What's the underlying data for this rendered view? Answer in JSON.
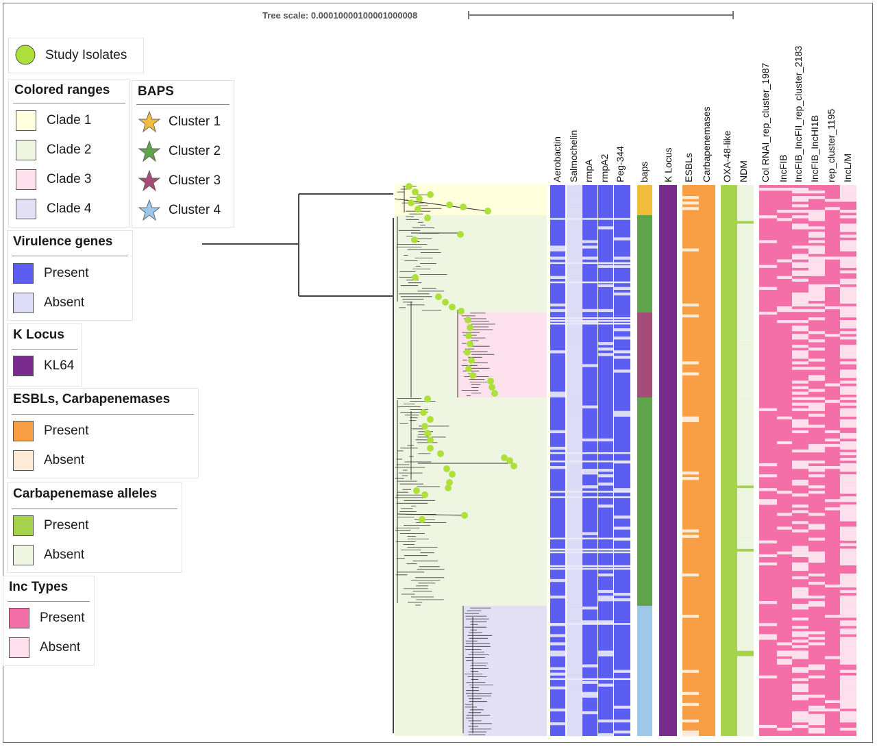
{
  "tree_scale": {
    "label": "Tree scale: 0.00010000100001000008"
  },
  "study_isolates": {
    "label": "Study Isolates",
    "color": "#aee03c"
  },
  "colored_ranges": {
    "title": "Colored ranges",
    "items": [
      {
        "label": "Clade 1",
        "color": "#ffffdd"
      },
      {
        "label": "Clade 2",
        "color": "#eef6e2"
      },
      {
        "label": "Clade 3",
        "color": "#fde2ee"
      },
      {
        "label": "Clade 4",
        "color": "#e3e0f6"
      }
    ]
  },
  "baps": {
    "title": "BAPS",
    "items": [
      {
        "label": "Cluster 1",
        "color": "#f2bd3c"
      },
      {
        "label": "Cluster 2",
        "color": "#5fa34a"
      },
      {
        "label": "Cluster 3",
        "color": "#a54d78"
      },
      {
        "label": "Cluster 4",
        "color": "#9ec8ea"
      }
    ]
  },
  "virulence_genes": {
    "title": "Virulence genes",
    "items": [
      {
        "label": "Present",
        "color": "#5b5ef0"
      },
      {
        "label": "Absent",
        "color": "#dcdcf6"
      }
    ]
  },
  "k_locus": {
    "title": "K Locus",
    "items": [
      {
        "label": "KL64",
        "color": "#7a2c8e"
      }
    ]
  },
  "esbl_carbapenemases": {
    "title": "ESBLs, Carbapenemases",
    "items": [
      {
        "label": "Present",
        "color": "#f89e45"
      },
      {
        "label": "Absent",
        "color": "#fdebd8"
      }
    ]
  },
  "carbapenemase_alleles": {
    "title": "Carbapenemase alleles",
    "items": [
      {
        "label": "Present",
        "color": "#a6d24d"
      },
      {
        "label": "Absent",
        "color": "#eef6e2"
      }
    ]
  },
  "inc_types": {
    "title": "Inc Types",
    "items": [
      {
        "label": "Present",
        "color": "#f46fa8"
      },
      {
        "label": "Absent",
        "color": "#fde0ec"
      }
    ]
  },
  "columns": [
    "Aerobactin",
    "Salmochelin",
    "rmpA",
    "rmpA2",
    "Peg-344",
    "baps",
    "K Locus",
    "ESBLs",
    "Carbapenemases",
    "OXA-48-like",
    "NDM",
    "Col RNAI_rep_cluster_1987",
    "IncFIB",
    "IncFIB_IncFII_rep_cluster_2183",
    "IncFIB_IncHI1B",
    "rep_cluster_1195",
    "IncL/M"
  ]
}
